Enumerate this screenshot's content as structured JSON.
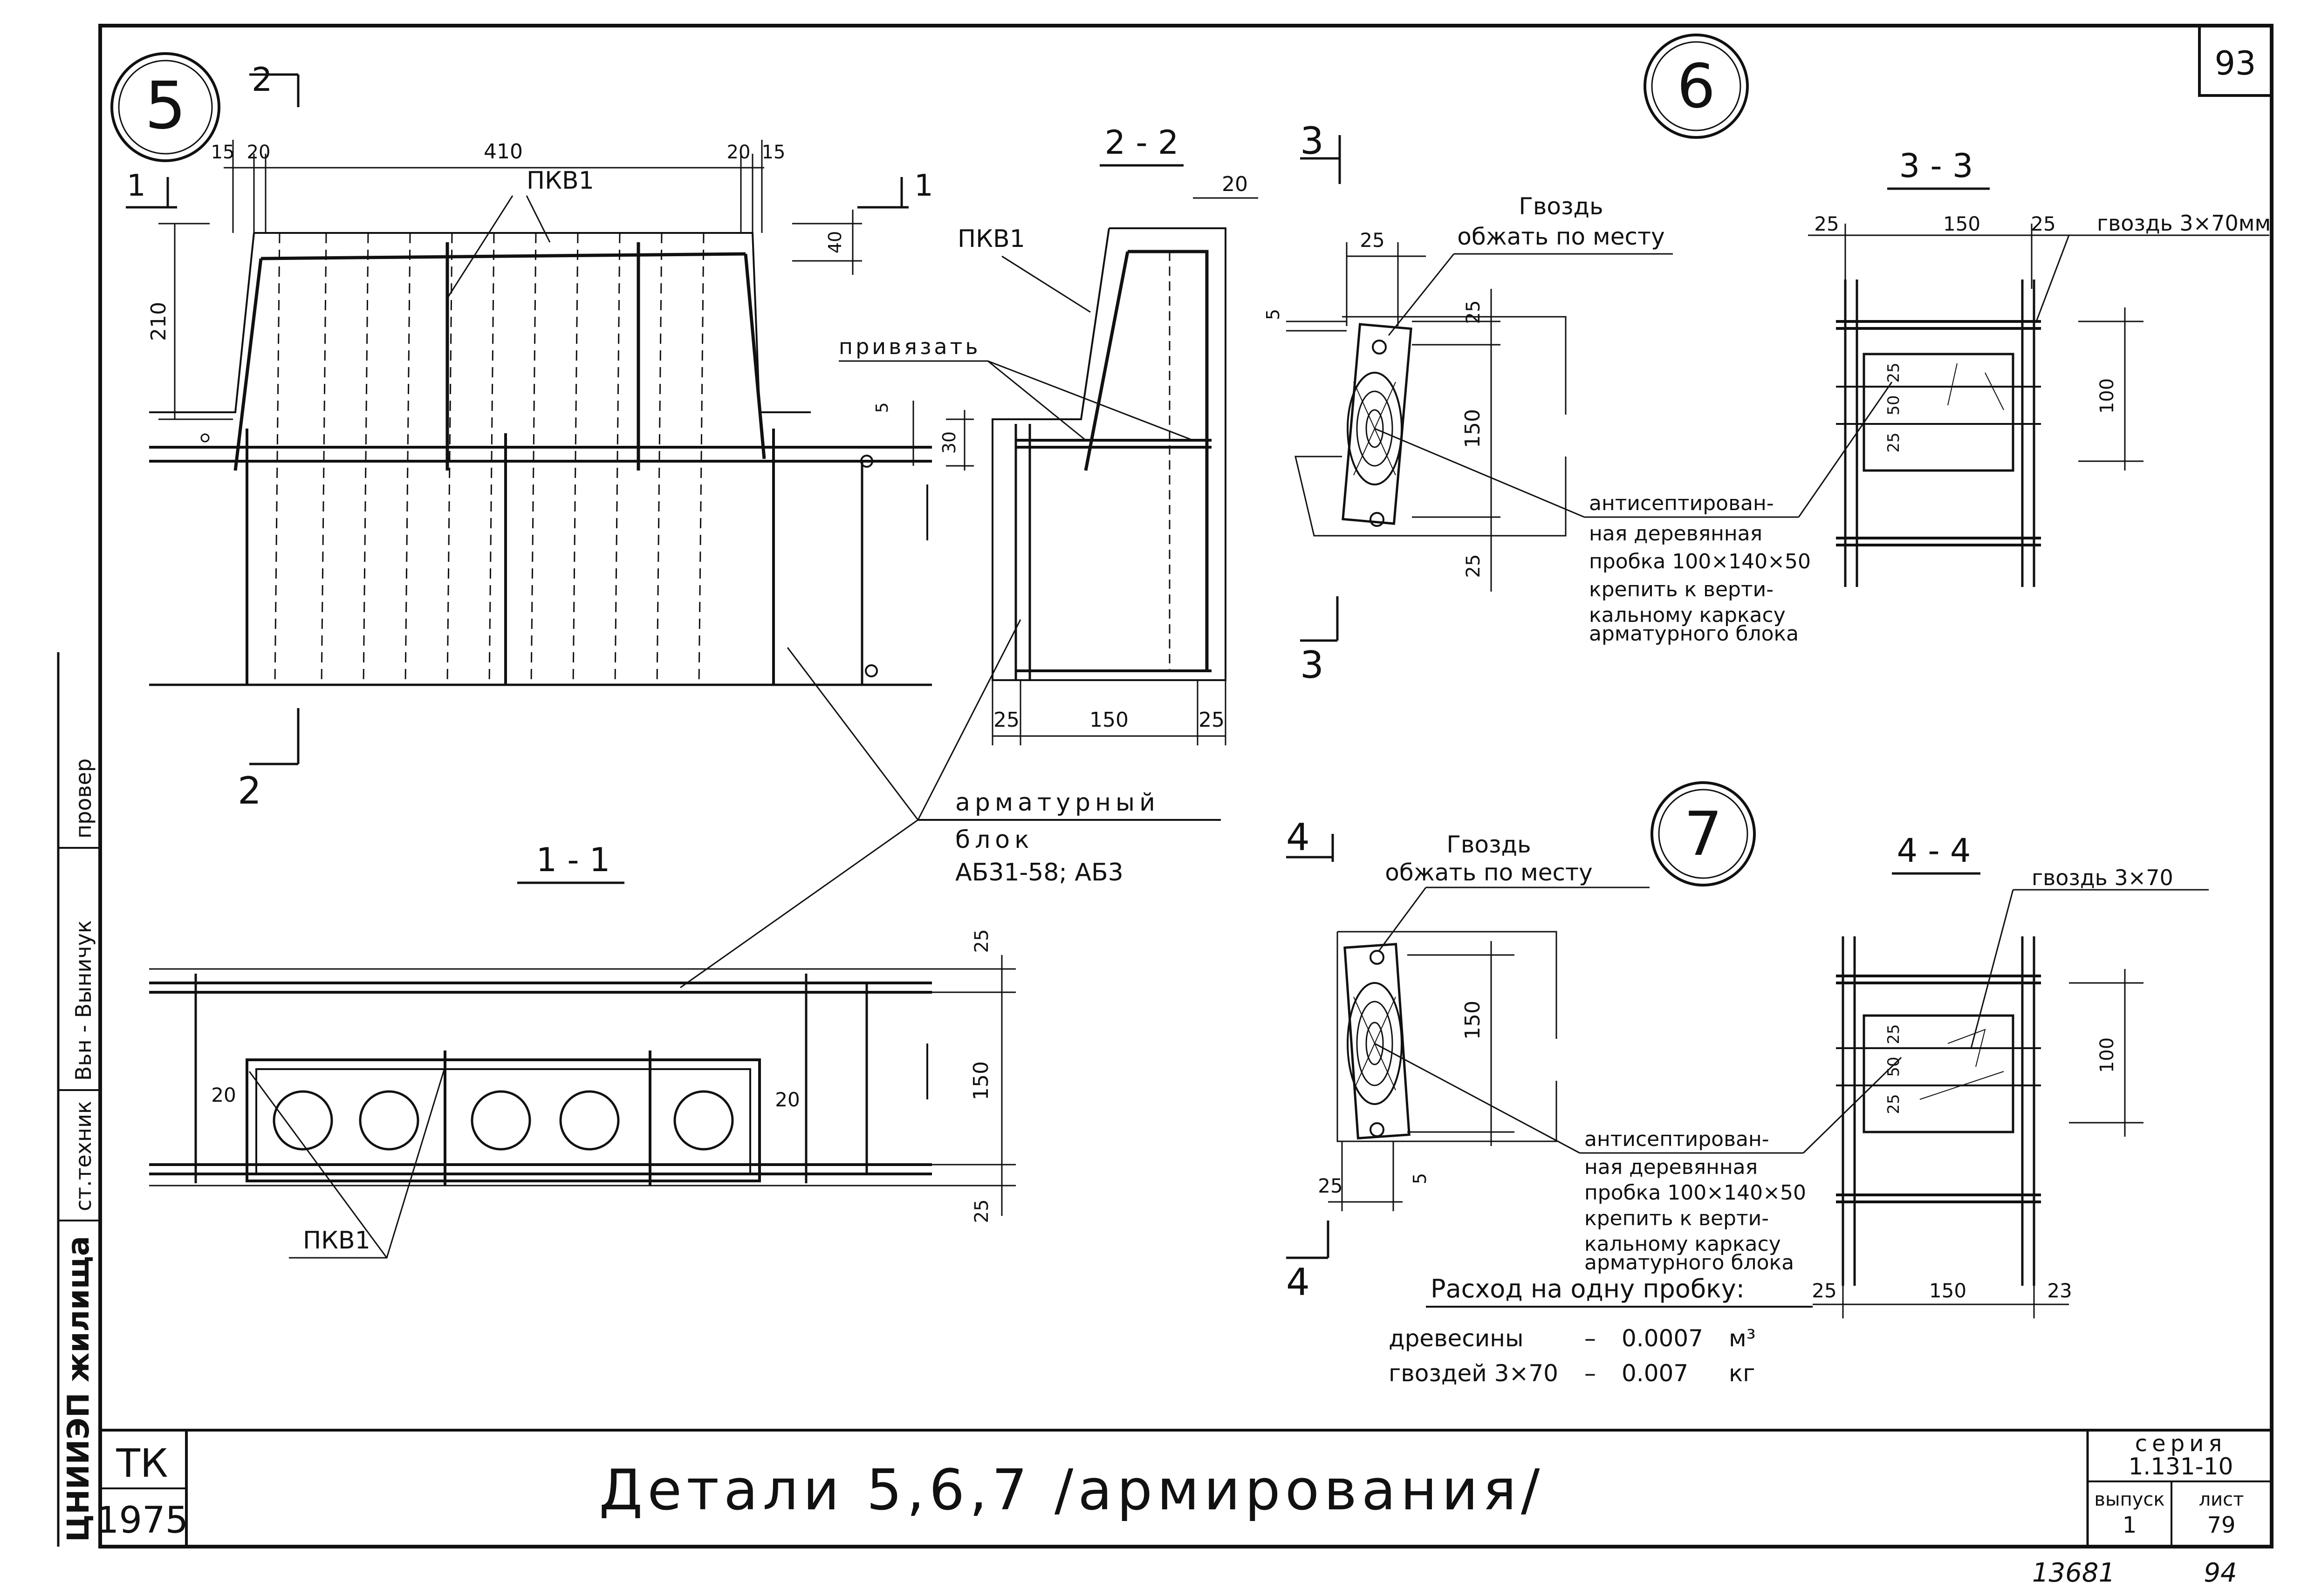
{
  "sheet": {
    "page_number": "93",
    "bottom_note_left": "13681",
    "bottom_note_right": "94",
    "left_margin_stamp": [
      "ЦНИИЭП жилища",
      "ст.техник",
      "Вьн - Выничук",
      "провер"
    ]
  },
  "title_block": {
    "org": "ТК",
    "year": "1975",
    "title": "Детали 5,6,7 /армирования/",
    "series_label": "серия",
    "series": "1.131-10",
    "issue_label": "выпуск",
    "issue": "1",
    "sheet_label": "лист",
    "sheet": "79"
  },
  "detail5": {
    "badge": "5",
    "cut_1": "1",
    "cut_2": "2",
    "dims": {
      "d15a": "15",
      "d20a": "20",
      "d410": "410",
      "d20b": "20",
      "d15b": "15",
      "d210": "210",
      "d40": "40",
      "d5": "5",
      "d30": "30"
    },
    "label_pkv1": "ПКВ1",
    "label_privyazat": "привязать",
    "section_1_1": "1 - 1",
    "section_2_2": "2 - 2",
    "dims_1_1": {
      "d25a": "25",
      "d150": "150",
      "d25b": "25",
      "d20a": "20",
      "d20b": "20"
    },
    "dims_2_2": {
      "d20": "20",
      "d25a": "25",
      "d150": "150",
      "d25b": "25"
    },
    "armature_label": [
      "арматурный",
      "блок",
      "АБ31-58; АБ3"
    ]
  },
  "detail6": {
    "badge": "6",
    "cut": "3",
    "nail_label": [
      "Гвоздь",
      "обжать по месту"
    ],
    "dims": {
      "d25a": "25",
      "d5": "5",
      "d25b": "25",
      "d150": "150",
      "d25c": "25"
    },
    "note": [
      "антисептирован-",
      "ная деревянная",
      "пробка 100×140×50",
      "крепить к верти-",
      "кальному каркасу",
      "арматурного блока"
    ],
    "section": "3 - 3",
    "section_dims": {
      "d25a": "25",
      "d150": "150",
      "d25b": "25",
      "d100": "100",
      "d25c": "25",
      "d50": "50",
      "d25d": "25"
    },
    "section_nail": "гвоздь 3×70мм"
  },
  "detail7": {
    "badge": "7",
    "cut": "4",
    "nail_label": [
      "Гвоздь",
      "обжать по месту"
    ],
    "dims": {
      "d150": "150",
      "d25": "25",
      "d5": "5"
    },
    "note": [
      "антисептирован-",
      "ная деревянная",
      "пробка 100×140×50",
      "крепить к верти-",
      "кальному каркасу",
      "арматурного блока"
    ],
    "section": "4 - 4",
    "section_nail": "гвоздь 3×70",
    "section_dims": {
      "d25a": "25",
      "d150": "150",
      "d23": "23",
      "d100": "100",
      "d25b": "25",
      "d50": "50",
      "d25c": "25"
    }
  },
  "consumption": {
    "title": "Расход на одну пробку:",
    "rows": [
      {
        "name": "древесины",
        "dash": "–",
        "value": "0.0007",
        "unit": "м³"
      },
      {
        "name": "гвоздей 3×70",
        "dash": "–",
        "value": "0.007",
        "unit": "кг"
      }
    ]
  }
}
